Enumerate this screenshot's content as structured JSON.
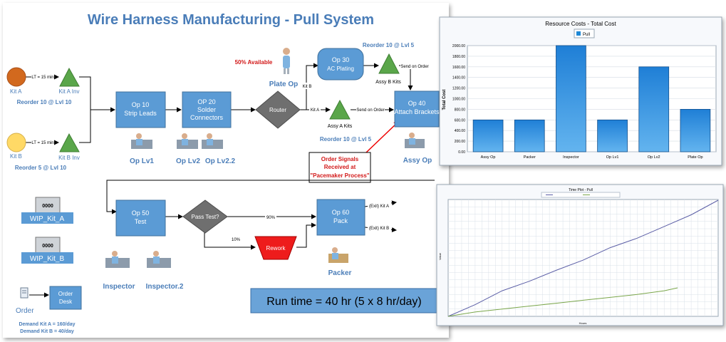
{
  "flowchart": {
    "title": "Wire Harness Manufacturing - Pull System",
    "kit_a": {
      "label": "Kit A",
      "lt": "LT = 15 min",
      "inv": "Kit A Inv",
      "reorder": "Reorder 10 @ Lvl 10"
    },
    "kit_b": {
      "label": "Kit B",
      "lt": "LT = 15 min",
      "inv": "Kit B Inv",
      "reorder": "Reorder 5 @ Lvl 10"
    },
    "op10": {
      "line1": "Op 10",
      "line2": "Strip Leads"
    },
    "op20": {
      "line1": "OP 20",
      "line2": "Solder",
      "line3": "Connectors"
    },
    "router": "Router",
    "availability": "50% Available",
    "plate_op": "Plate Op",
    "op30": {
      "line1": "Op 30",
      "line2": "AC Plating"
    },
    "kit_b_path": "Kit B",
    "kit_a_path": "Kit A",
    "reorder_assy_b": "Reorder 10 @ Lvl 5",
    "assy_b_kits": "Assy B Kits",
    "send_on_order_1": "Send on Order",
    "send_on_order_2": "Send on Order",
    "assy_a_kits": "Assy A Kits",
    "reorder_assy_a": "Reorder 10 @ Lvl 5",
    "op40": {
      "line1": "Op 40",
      "line2": "Attach Brackets"
    },
    "order_signals": {
      "line1": "Order Signals",
      "line2": "Received at",
      "line3": "\"Pacemaker Process\""
    },
    "assy_op": "Assy Op",
    "op_lv1": "Op Lv1",
    "op_lv2": "Op Lv2",
    "op_lv22": "Op Lv2.2",
    "counter_value": "0000",
    "wip_a": "WIP_Kit_A",
    "wip_b": "WIP_Kit_B",
    "op50": {
      "line1": "Op 50",
      "line2": "Test"
    },
    "pass_test": "Pass Test?",
    "pct_pass": "90%",
    "pct_fail": "10%",
    "rework": "Rework",
    "op60": {
      "line1": "Op 60",
      "line2": "Pack"
    },
    "exit_a": "(Exit) Kit A",
    "exit_b": "(Exit) Kit B",
    "packer": "Packer",
    "inspector": "Inspector",
    "inspector2": "Inspector.2",
    "order": "Order",
    "order_desk": {
      "line1": "Order",
      "line2": "Desk"
    },
    "demand_a": "Demand Kit A = 160/day",
    "demand_b": "Demand Kit B = 40/day",
    "run_time": "Run time = 40 hr (5 x 8 hr/day)"
  },
  "chart_data": [
    {
      "type": "bar",
      "title": "Resource Costs - Total Cost",
      "legend": [
        "Pull"
      ],
      "legend_position": "top",
      "ylabel": "Total Cost",
      "xlabel": "",
      "categories": [
        "Assy Op",
        "Packer",
        "Inspector",
        "Op Lv1",
        "Op Lv2",
        "Plate Op"
      ],
      "series": [
        {
          "name": "Pull",
          "values": [
            600,
            600,
            2000,
            600,
            1600,
            800
          ]
        }
      ],
      "ylim": [
        0,
        2000
      ],
      "yticks": [
        "0.00",
        "200.00",
        "400.00",
        "600.00",
        "800.00",
        "1000.00",
        "1200.00",
        "1400.00",
        "1600.00",
        "1800.00",
        "2000.00"
      ],
      "grid": true,
      "color": "#1e88d6"
    },
    {
      "type": "line",
      "title": "Time Plot - Pull",
      "ylabel": "Value",
      "xlabel": "Hours",
      "legend_position": "top",
      "grid": true,
      "ylim": [
        0,
        8000
      ],
      "xlim": [
        0,
        40
      ],
      "series": [
        {
          "color": "#5b5ea6",
          "points": [
            [
              0,
              0
            ],
            [
              4,
              800
            ],
            [
              8,
              1750
            ],
            [
              12,
              2400
            ],
            [
              16,
              3150
            ],
            [
              20,
              3850
            ],
            [
              24,
              4700
            ],
            [
              28,
              5350
            ],
            [
              32,
              6150
            ],
            [
              36,
              6950
            ],
            [
              40,
              7950
            ]
          ]
        },
        {
          "color": "#7aa64a",
          "points": [
            [
              0,
              0
            ],
            [
              4,
              300
            ],
            [
              8,
              500
            ],
            [
              12,
              700
            ],
            [
              16,
              900
            ],
            [
              20,
              1100
            ],
            [
              24,
              1300
            ],
            [
              28,
              1500
            ],
            [
              32,
              1750
            ],
            [
              34,
              1950
            ]
          ]
        }
      ]
    }
  ],
  "colors": {
    "title_blue": "#4a7db8",
    "op_box": "#5b9bd5",
    "triangle": "#5aa64a",
    "diamond": "#6f6f6f",
    "rework_red": "#ee1c1c",
    "kit_a_circle": "#d2691e",
    "kit_b_circle": "#ffd966",
    "alert_red": "#d21818",
    "run_time_bg": "#6aa3d8"
  }
}
